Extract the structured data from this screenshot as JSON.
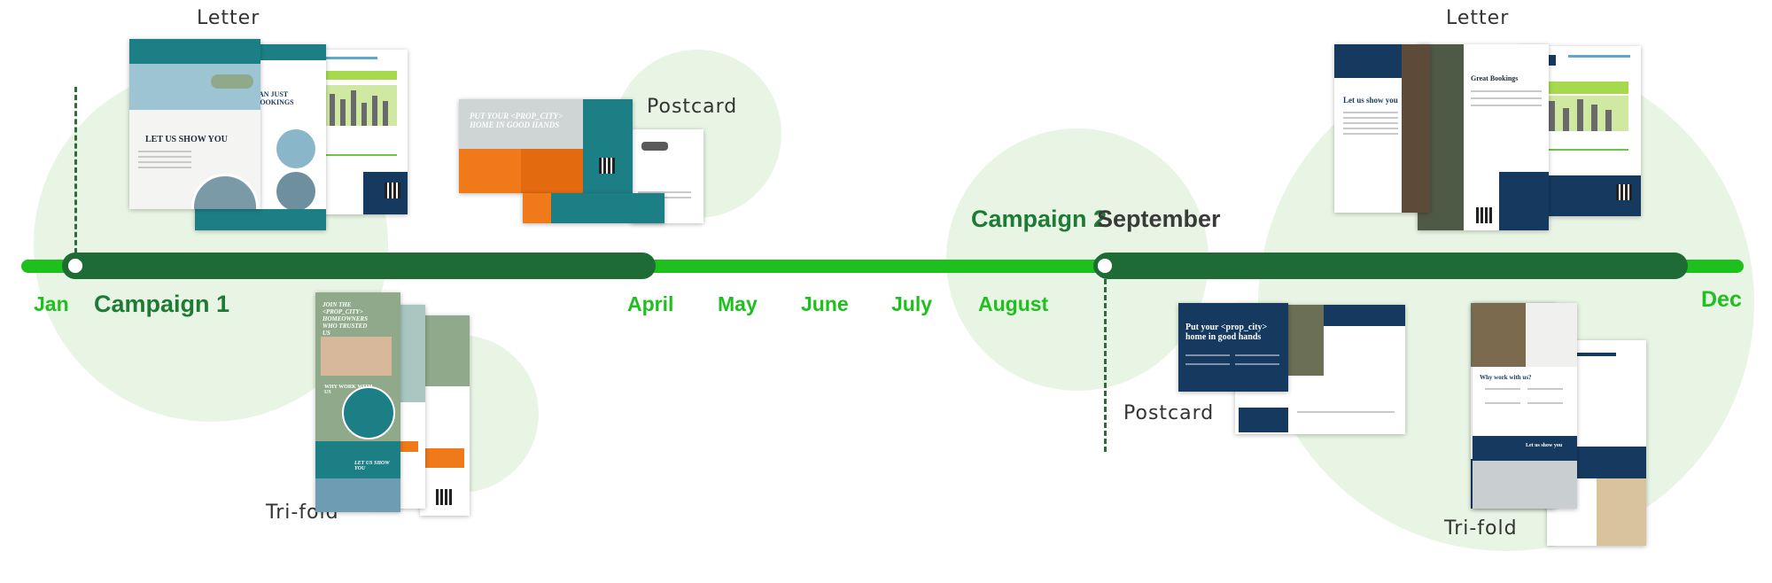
{
  "timeline": {
    "months": {
      "jan": "Jan",
      "april": "April",
      "may": "May",
      "june": "June",
      "july": "July",
      "august": "August",
      "september": "September",
      "dec": "Dec"
    },
    "campaigns": {
      "campaign_1": "Campaign 1",
      "campaign_2": "Campaign 2"
    }
  },
  "campaign_1": {
    "letter_label": "Letter",
    "postcard_label": "Postcard",
    "trifold_label": "Tri-fold"
  },
  "campaign_2": {
    "letter_label": "Letter",
    "postcard_label": "Postcard",
    "trifold_label": "Tri-fold"
  },
  "previews": {
    "c1_letter_headline": "LET US SHOW YOU",
    "c1_letter_headline_2": "JAN JUST BOOKINGS",
    "c1_postcard_headline": "PUT YOUR <PROP_CITY> HOME IN GOOD HANDS",
    "c1_trifold_headline": "JOIN THE <PROP_CITY> HOMEOWNERS WHO TRUSTED US",
    "c1_trifold_sub_1": "WHY WORK WITH US",
    "c1_trifold_sub_2": "LET US SHOW YOU",
    "c2_letter_headline": "Let us show you",
    "c2_letter_headline_2": "Great Bookings",
    "c2_postcard_headline": "Put your <prop_city> home in good hands",
    "c2_trifold_sub_1": "Why work with us?",
    "c2_trifold_sub_2": "Let us show you"
  },
  "colors": {
    "timeline_bright": "#1ec01e",
    "timeline_dark": "#1e6b35",
    "bubble": "#e8f5e4",
    "c1_teal": "#1d7f86",
    "c1_orange": "#f07a1a",
    "c1_sage": "#8fa98a",
    "c2_navy": "#163a5f"
  }
}
